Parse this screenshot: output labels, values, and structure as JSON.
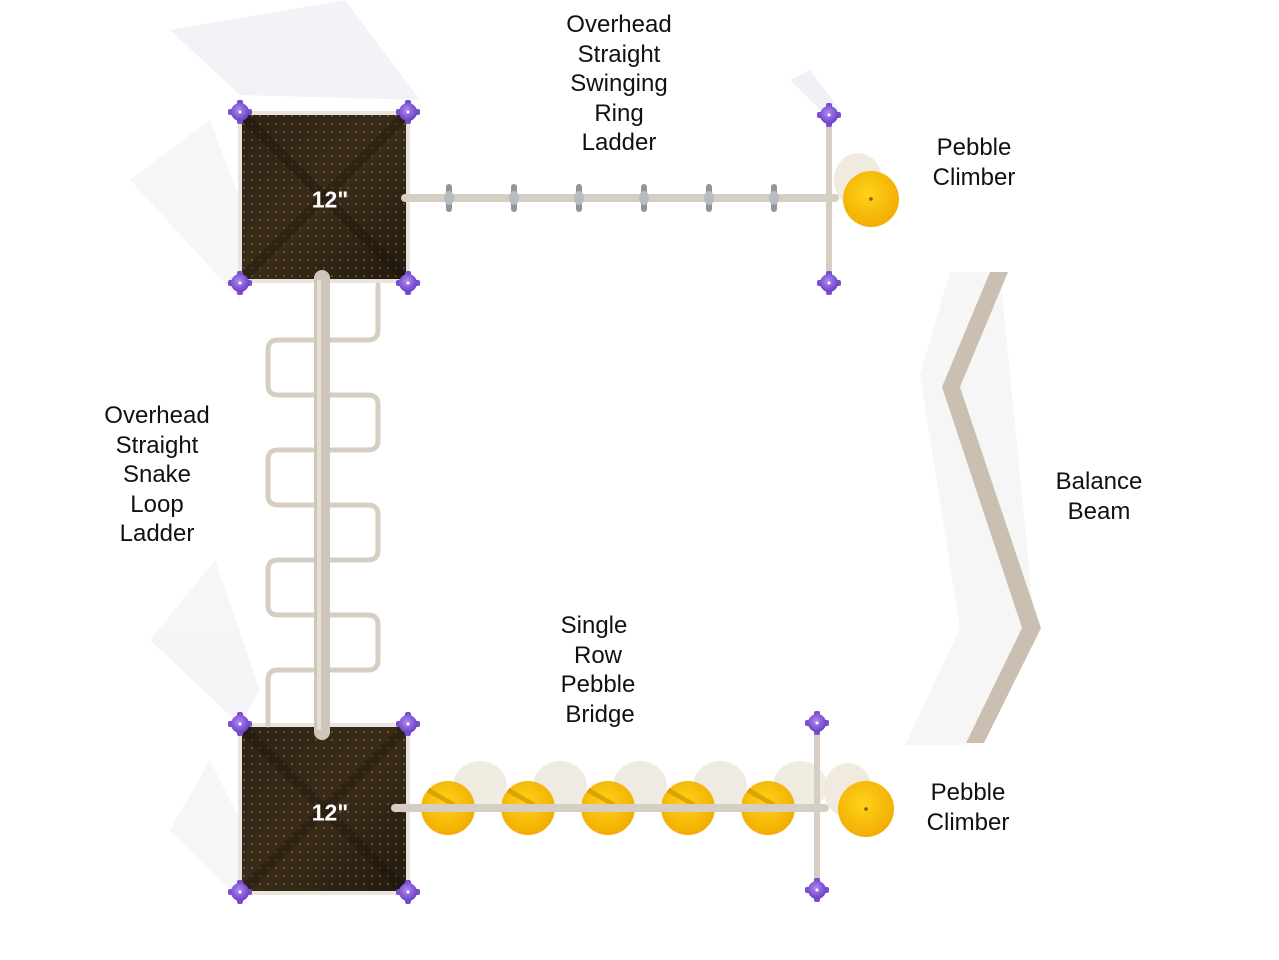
{
  "title": "Playground top-view plan",
  "colors": {
    "background": "#ffffff",
    "deck": "#2a1f12",
    "post_cap": "#8a5ad8",
    "pipe": "#d6cec3",
    "pipe_shade": "#bdb3a6",
    "pebble": "#f5b800",
    "pebble_edge": "#e8a800",
    "ring_handle": "#9aa0a6",
    "beam": "#cbbfb1",
    "shadow": "#ece9ee",
    "label_text": "#111111",
    "deck_label_text": "#ffffff"
  },
  "decks": [
    {
      "id": "upper",
      "height_label": "12\""
    },
    {
      "id": "lower",
      "height_label": "12\""
    }
  ],
  "components": [
    {
      "id": "ring-ladder",
      "label_lines": [
        "Overhead",
        "Straight",
        "Swinging",
        "Ring",
        "Ladder"
      ],
      "ring_count": 6
    },
    {
      "id": "pebble-climber-top",
      "label_lines": [
        "Pebble",
        "Climber"
      ]
    },
    {
      "id": "snake-loop-ladder",
      "label_lines": [
        "Overhead",
        "Straight",
        "Snake",
        "Loop",
        "Ladder"
      ],
      "loop_count": 6
    },
    {
      "id": "pebble-bridge",
      "label_lines": [
        "Single",
        "Row",
        "Pebble",
        "Bridge"
      ],
      "pebble_count": 5
    },
    {
      "id": "pebble-climber-bottom",
      "label_lines": [
        "Pebble",
        "Climber"
      ]
    },
    {
      "id": "balance-beam",
      "label_lines": [
        "Balance",
        "Beam"
      ]
    }
  ]
}
